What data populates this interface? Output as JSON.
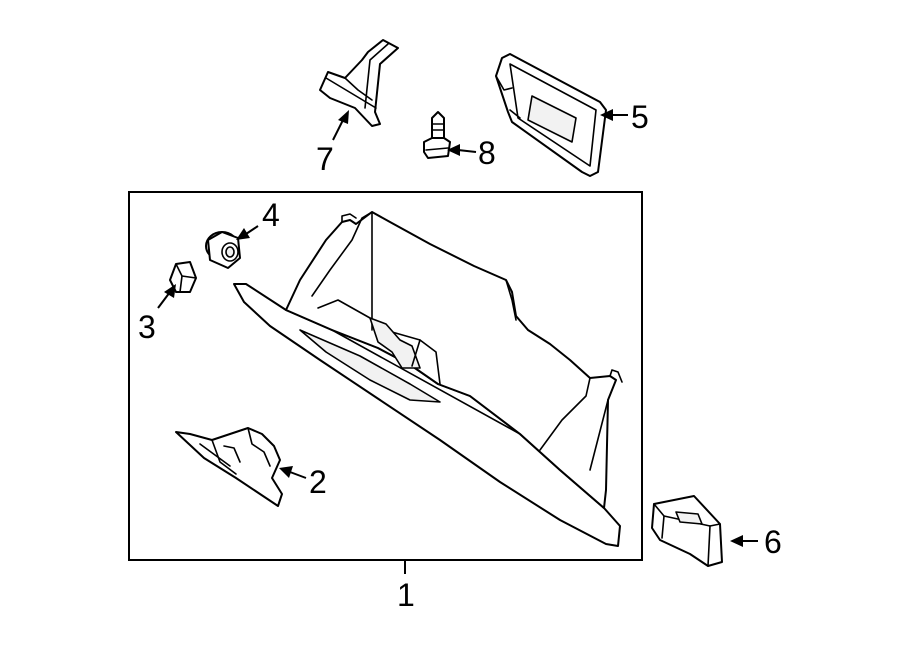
{
  "diagram": {
    "callouts": {
      "c1": "1",
      "c2": "2",
      "c3": "3",
      "c4": "4",
      "c5": "5",
      "c6": "6",
      "c7": "7",
      "c8": "8"
    },
    "colors": {
      "line": "#000000",
      "background": "#ffffff",
      "shade": "#f2f2f2"
    }
  }
}
